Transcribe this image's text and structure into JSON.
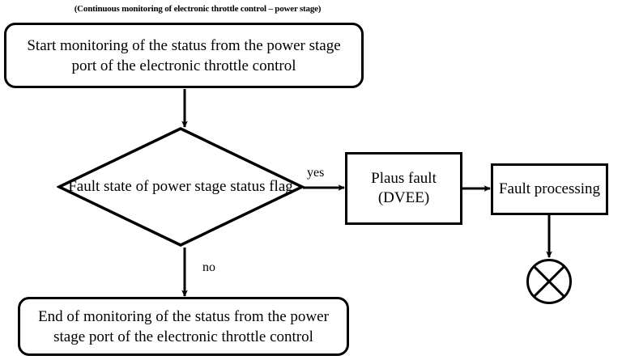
{
  "diagram": {
    "caption": "(Continuous monitoring of electronic throttle control – power stage)",
    "type": "flowchart",
    "background_color": "#ffffff",
    "line_color": "#000000",
    "nodes": {
      "start": {
        "shape": "rounded-rectangle",
        "text": "Start monitoring of the status from the power stage port of the electronic throttle control"
      },
      "decision": {
        "shape": "diamond",
        "text": "Fault state of power stage status flag"
      },
      "plaus_fault": {
        "shape": "rectangle",
        "text": "Plaus fault (DVEE)"
      },
      "fault_processing": {
        "shape": "rectangle",
        "text": "Fault processing"
      },
      "stop": {
        "shape": "circle-with-cross",
        "text": ""
      },
      "end": {
        "shape": "rounded-rectangle",
        "text": "End of monitoring of the status from the power stage port of the electronic throttle control"
      }
    },
    "edges": {
      "start_to_decision": {
        "label": ""
      },
      "decision_to_plaus": {
        "label": "yes"
      },
      "plaus_to_faultproc": {
        "label": ""
      },
      "faultproc_to_stop": {
        "label": ""
      },
      "decision_to_end": {
        "label": "no"
      }
    }
  }
}
